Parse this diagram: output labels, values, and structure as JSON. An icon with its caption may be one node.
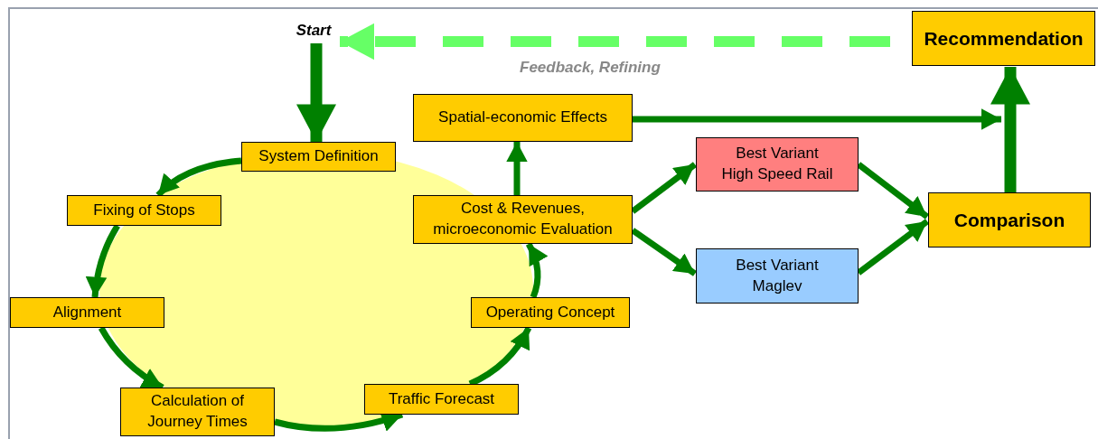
{
  "diagram": {
    "nodes": [
      {
        "text": [
          "Start"
        ]
      },
      {
        "text": [
          "System Definition"
        ]
      },
      {
        "text": [
          "Fixing of Stops"
        ]
      },
      {
        "text": [
          "Alignment"
        ]
      },
      {
        "text": [
          "Calculation of Journey Times"
        ]
      },
      {
        "text": [
          "Traffic Forecast"
        ]
      },
      {
        "text": [
          "Operating Concept"
        ]
      },
      {
        "text": [
          "Cost & Revenues, microeconomic Evaluation"
        ]
      },
      {
        "text": [
          "Spatial-economic Effects"
        ]
      },
      {
        "text": [
          "Best Variant High Speed Rail"
        ]
      },
      {
        "text": [
          "Best Variant Maglev"
        ]
      },
      {
        "text": [
          "Comparison"
        ]
      },
      {
        "text": [
          "Recommendation"
        ]
      }
    ],
    "edges": [
      {
        "from": 0,
        "to": 1,
        "arrow": "to",
        "style": "thick"
      },
      {
        "from": 1,
        "to": 2,
        "arrow": "to"
      },
      {
        "from": 2,
        "to": 3,
        "arrow": "to"
      },
      {
        "from": 3,
        "to": 4,
        "arrow": "to"
      },
      {
        "from": 4,
        "to": 5,
        "arrow": "to"
      },
      {
        "from": 5,
        "to": 6,
        "arrow": "to"
      },
      {
        "from": 6,
        "to": 7,
        "arrow": "to"
      },
      {
        "from": 7,
        "to": 8,
        "arrow": "to"
      },
      {
        "from": 7,
        "to": 9,
        "arrow": "to"
      },
      {
        "from": 7,
        "to": 10,
        "arrow": "to"
      },
      {
        "from": 9,
        "to": 11,
        "arrow": "to"
      },
      {
        "from": 10,
        "to": 11,
        "arrow": "to"
      },
      {
        "from": 11,
        "to": 12,
        "arrow": "to",
        "style": "thick"
      },
      {
        "from": 8,
        "to": 12,
        "arrow": "to"
      },
      {
        "from": 12,
        "to": 0,
        "arrow": "to",
        "label": "Feedback, Refining",
        "style": "dashed",
        "color": "#66ff66"
      }
    ]
  }
}
